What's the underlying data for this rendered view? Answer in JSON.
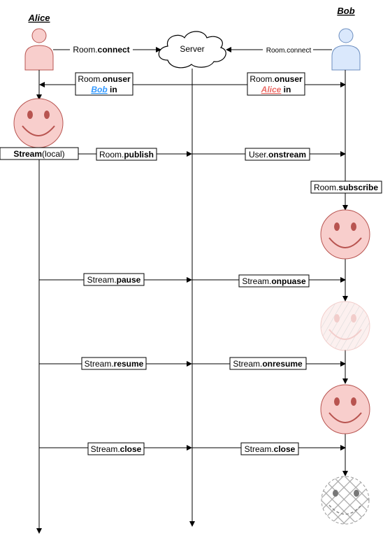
{
  "actors": {
    "alice": "Alice",
    "bob": "Bob",
    "server": "Server"
  },
  "colors": {
    "alice_fill": "#f8cecc",
    "alice_stroke": "#b85450",
    "bob_fill": "#dae8fc",
    "bob_stroke": "#6c8ebf",
    "bob_link": "#3399ff",
    "alice_link": "#ea6b66",
    "face_fill": "#f8cecc",
    "face_stroke": "#b85450"
  },
  "messages": {
    "alice_connect": {
      "prefix": "Room.",
      "bold": "connect"
    },
    "bob_connect": {
      "prefix": "Room.",
      "bold": "",
      "plain": "Room.connect"
    },
    "onuser_left": {
      "prefix": "Room.",
      "bold": "onuser",
      "line2_name": "Bob",
      "line2_suffix": " in"
    },
    "onuser_right": {
      "prefix": "Room.",
      "bold": "onuser",
      "line2_name": "Alice",
      "line2_suffix": " in"
    },
    "stream_local": {
      "bold": "Stream",
      "suffix": "(local)"
    },
    "publish": {
      "prefix": "Room.",
      "bold": "publish"
    },
    "onstream": {
      "prefix": "User.",
      "bold": "onstream"
    },
    "subscribe": {
      "prefix": "Room.",
      "bold": "subscribe"
    },
    "pause": {
      "prefix": "Stream.",
      "bold": "pause"
    },
    "onpause": {
      "prefix": "Stream.",
      "bold": "onpuase"
    },
    "resume": {
      "prefix": "Stream.",
      "bold": "resume"
    },
    "onresume": {
      "prefix": "Stream.",
      "bold": "onresume"
    },
    "close_left": {
      "prefix": "Stream.",
      "bold": "close"
    },
    "close_right": {
      "prefix": "Stream.",
      "bold": "close"
    }
  }
}
